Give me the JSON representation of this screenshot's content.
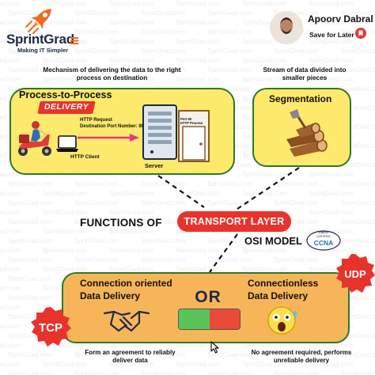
{
  "brand": {
    "name": "SprintGrad",
    "tagline": "Making IT Simpler",
    "watermark": "SprintGrad.com"
  },
  "author": {
    "name": "Apoorv Dabral",
    "save_label": "Save for Later"
  },
  "top_left": {
    "caption": "Mechanism of delivering the data to the right process on destination",
    "title": "Process-to-Process",
    "tag": "DELIVERY",
    "http_request_line1": "HTTP Request",
    "http_request_line2": "Destination Port Number: 80",
    "http_client_label": "HTTP Client",
    "server_label": "Server",
    "door_line1": "Port 80",
    "door_line2": "HTTP Process"
  },
  "top_right": {
    "caption": "Stream of data divided into smaller pieces",
    "title": "Segmentation"
  },
  "center": {
    "prefix": "FUNCTIONS OF",
    "highlight": "TRANSPORT LAYER",
    "osi_label": "OSI MODEL",
    "cisco_line1": "CISCO",
    "cisco_line2": "CERTIFIED",
    "ccna": "CCNA"
  },
  "bottom": {
    "left_title_line1": "Connection oriented",
    "left_title_line2": "Data Delivery",
    "right_title_line1": "Connectionless",
    "right_title_line2": "Data Delivery",
    "or_label": "OR",
    "left_caption": "Form an agreement to reliably deliver data",
    "right_caption": "No agreement required, performs unreliable delivery"
  },
  "badges": {
    "tcp": "TCP",
    "udp": "UDP"
  },
  "colors": {
    "accent_red": "#e8332d",
    "panel_yellow": "#fde96b",
    "panel_orange": "#f7b55a",
    "border_green": "#2b7a2b",
    "brand_orange": "#f26a21",
    "navy": "#1f2a44"
  },
  "icons": [
    "rocket-icon",
    "bookmark-icon",
    "scooter-rider-icon",
    "laptop-icon",
    "server-icon",
    "door-icon",
    "axe-log-icon",
    "handshake-icon",
    "shocked-face-icon",
    "cisco-ccna-logo",
    "cursor-icon"
  ]
}
